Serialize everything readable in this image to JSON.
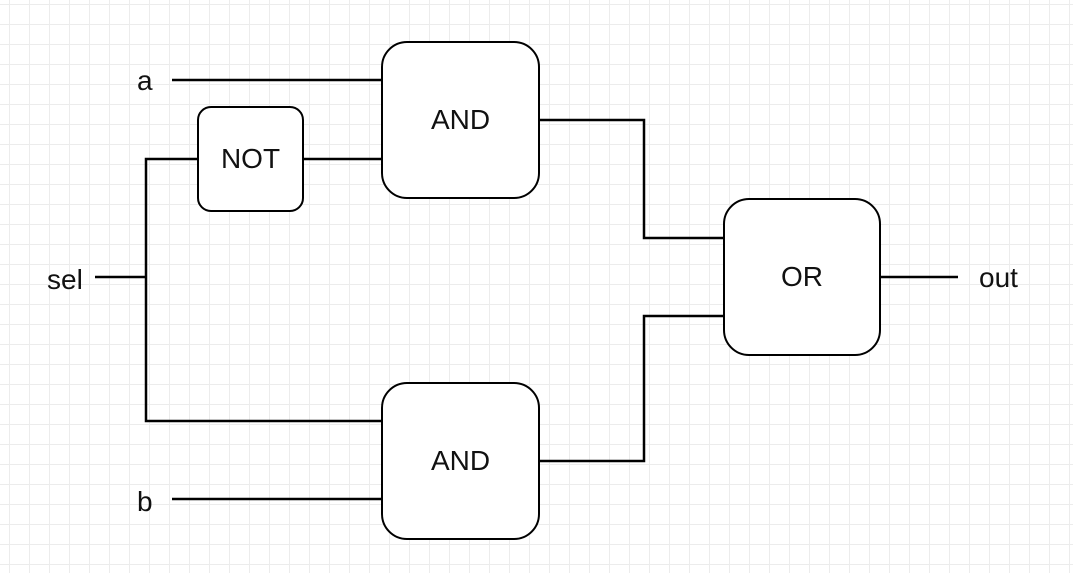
{
  "diagram": {
    "inputs": {
      "a": "a",
      "sel": "sel",
      "b": "b"
    },
    "output": "out",
    "gates": {
      "not": "NOT",
      "and_top": "AND",
      "and_bottom": "AND",
      "or": "OR"
    }
  }
}
